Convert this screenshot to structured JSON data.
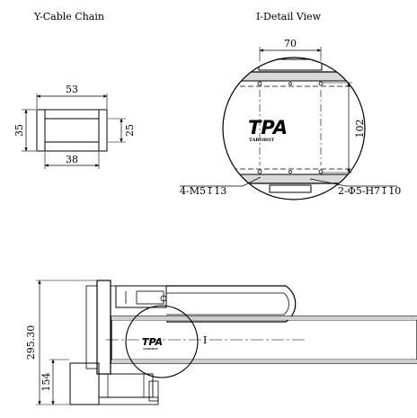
{
  "titles": {
    "cable_chain": "Y-Cable Chain",
    "detail_view": "I-Detail View"
  },
  "cable_chain": {
    "width_top": "53",
    "width_bottom": "38",
    "height_left": "35",
    "height_right": "25"
  },
  "detail": {
    "width": "70",
    "height": "102",
    "hole_left": "4-M5↧13",
    "hole_right": "2-Φ5-H7↧10"
  },
  "main_view": {
    "height_total": "295.30",
    "height_base": "154",
    "section_marker": "I"
  },
  "logo": {
    "letters": "TPA",
    "subtext": "TAROBOT"
  }
}
